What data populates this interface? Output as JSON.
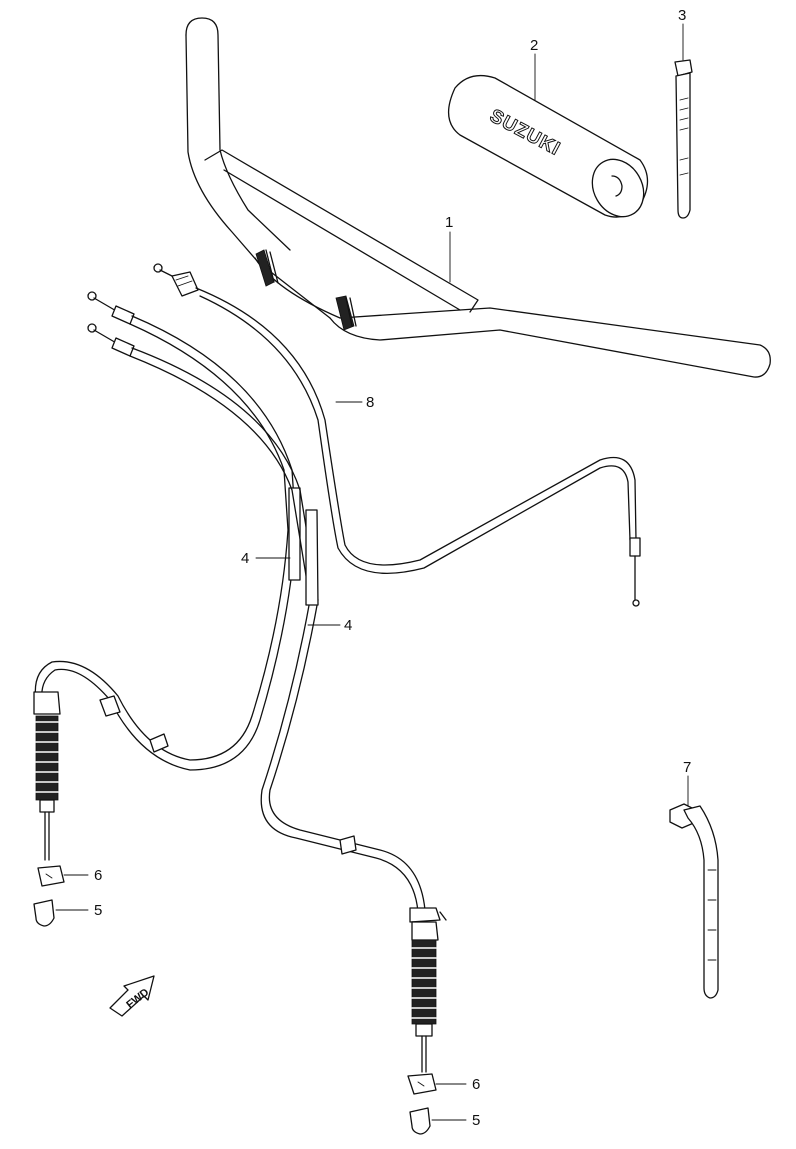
{
  "parts": [
    {
      "ref": "1",
      "name": "handlebar"
    },
    {
      "ref": "2",
      "name": "handlebar-pad",
      "print": "SUZUKI"
    },
    {
      "ref": "3",
      "name": "cable-tie-strap"
    },
    {
      "ref": "4",
      "name": "throttle-cable"
    },
    {
      "ref": "4",
      "name": "throttle-cable"
    },
    {
      "ref": "5",
      "name": "cable-boot"
    },
    {
      "ref": "5",
      "name": "cable-boot"
    },
    {
      "ref": "6",
      "name": "cable-cap"
    },
    {
      "ref": "6",
      "name": "cable-cap"
    },
    {
      "ref": "7",
      "name": "clamp-strap"
    },
    {
      "ref": "8",
      "name": "clutch-cable"
    }
  ],
  "direction_marker": {
    "icon": "fwd-arrow-icon",
    "label": "FWD"
  },
  "colors": {
    "line": "#111111",
    "background": "#ffffff"
  }
}
